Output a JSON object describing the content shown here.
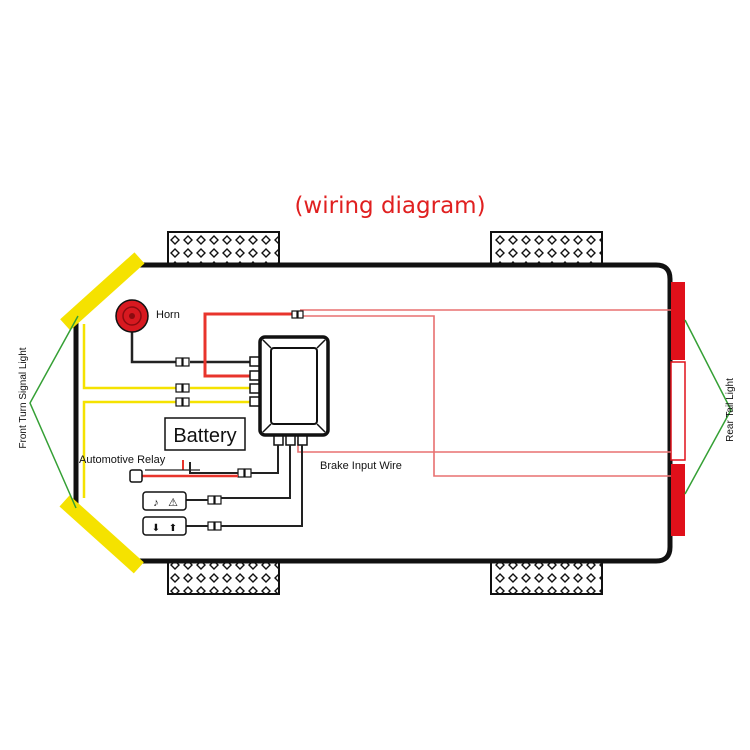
{
  "title": "(wiring diagram)",
  "labels": {
    "horn": "Horn",
    "battery": "Battery",
    "relay": "Automotive Relay",
    "brake": "Brake Input Wire",
    "front": "Front Turn Signal Light",
    "rear": "Rear Tail Light"
  },
  "switch_icons": {
    "top": [
      "♪",
      "⚠"
    ],
    "bottom": [
      "⬇",
      "⬆"
    ]
  },
  "colors": {
    "red_wire": "#e8342c",
    "thin_red_wire": "#e87070",
    "yellow_wire": "#f5e200",
    "black_wire": "#222222",
    "light_green": "#35a035",
    "horn_red": "#d71920",
    "tail_light": "#e0101a"
  }
}
